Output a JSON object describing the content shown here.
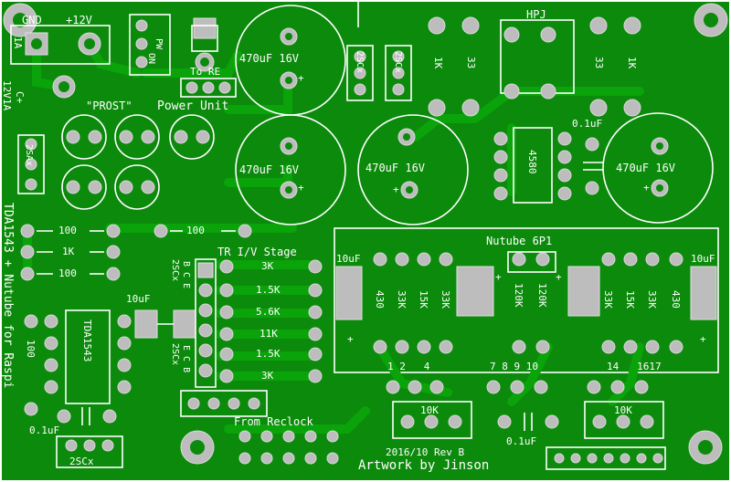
{
  "board": {
    "power": {
      "gnd": "GND",
      "v12": "+12V",
      "c_plus": "C+",
      "current_1a": "1A",
      "spec_12v1a": "12V1A",
      "pw": "PW",
      "on": "ON",
      "to_re": "To RE",
      "prost": "\"PROST\"",
      "power_unit": "Power Unit",
      "diode_part": "2SAx"
    },
    "caps": {
      "c470_1": "470uF 16V",
      "c470_2": "470uF 16V",
      "c470_3": "470uF 16V",
      "c470_4": "470uF 16V",
      "c_01uf_top": "0.1uF",
      "c_01uf_left": "0.1uF",
      "c_01uf_bottom": "0.1uF",
      "c10uf_left": "10uF",
      "c10uf_nutube_l": "10uF",
      "c10uf_nutube_r": "10uF",
      "plus": "+"
    },
    "hpj": {
      "title": "HPJ",
      "r1k_l": "1K",
      "r33_l": "33",
      "r33_r": "33",
      "r1k_r": "1K",
      "t2scx_a": "2SCx",
      "t2scx_b": "2SCx",
      "opamp": "4580"
    },
    "left": {
      "board_title": "TDA1543 + Nutube for Raspi",
      "r100_a": "100",
      "r1k": "1K",
      "r100_b": "100",
      "r100_c": "100",
      "r100_v": "100",
      "tda_chip": "TDA1543",
      "t2scx_bottom": "2SCx",
      "t2scx_v1": "2SCx",
      "bce": "B C E",
      "ecb": "E C B",
      "t2scx_v2": "2SCx"
    },
    "tr_iv": {
      "title": "TR I/V Stage",
      "resistors": [
        "3K",
        "1.5K",
        "5.6K",
        "11K",
        "1.5K",
        "3K"
      ],
      "from_reclock": "From Reclock"
    },
    "nutube": {
      "title": "Nutube 6P1",
      "r_left": [
        "430",
        "33K",
        "15K",
        "33K"
      ],
      "r_mid": [
        "120K",
        "120K"
      ],
      "r_right": [
        "33K",
        "15K",
        "33K",
        "430"
      ],
      "pins_left": "1 2   4",
      "pins_mid": "7 8 9 10",
      "pins_right": "14   1617",
      "pot_l": "10K",
      "pot_r": "10K"
    },
    "footer": {
      "rev": "2016/10 Rev B",
      "artwork": "Artwork by Jinson"
    }
  }
}
